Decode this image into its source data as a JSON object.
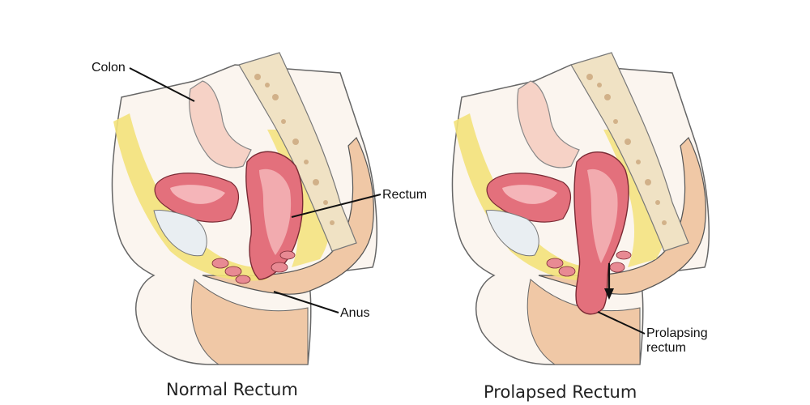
{
  "panels": {
    "normal": {
      "caption": "Normal Rectum",
      "labels": {
        "colon": "Colon",
        "rectum": "Rectum",
        "anus": "Anus"
      }
    },
    "prolapsed": {
      "caption": "Prolapsed Rectum",
      "labels": {
        "prolapse_line1": "Prolapsing",
        "prolapse_line2": "rectum"
      }
    }
  },
  "colors": {
    "skin": "#f0c8a6",
    "skin_shadow": "#e2ad86",
    "fat": "#f3e27a",
    "rectum": "#e3707c",
    "rectum_inner": "#f5b5b9",
    "bone": "#f0e2c4",
    "bone_spot": "#b98a5a",
    "outline": "#555555"
  }
}
